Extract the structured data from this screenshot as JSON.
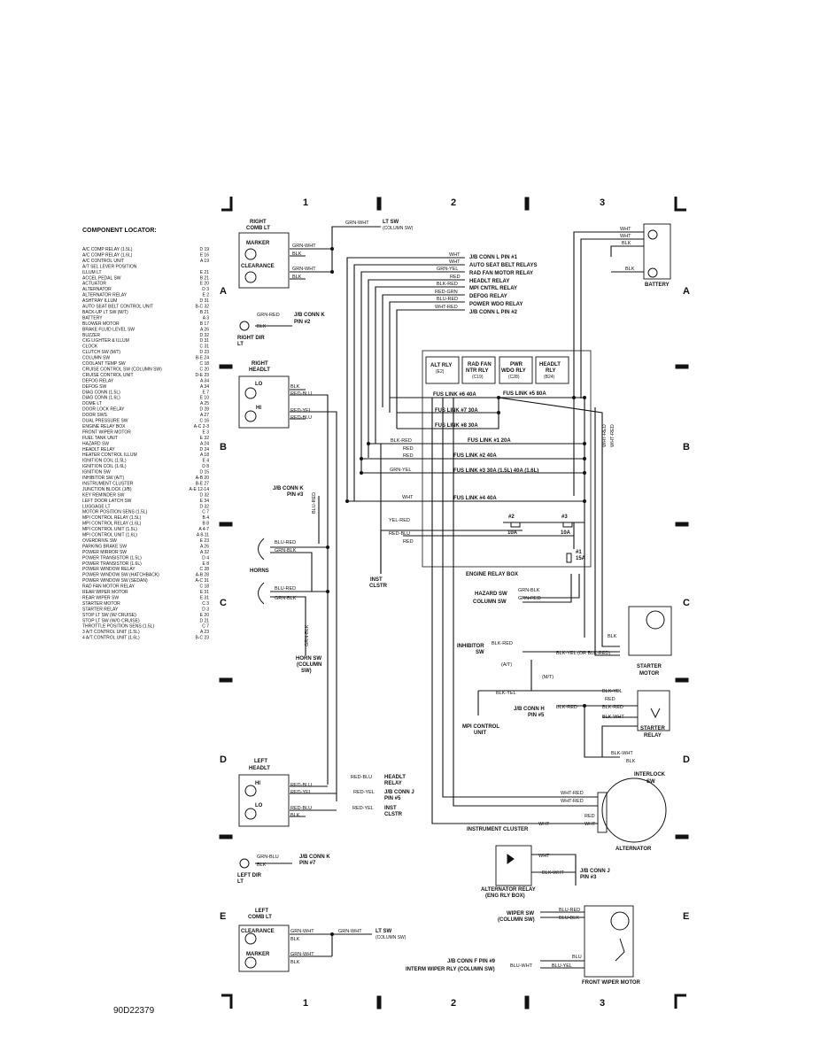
{
  "columns": [
    "1",
    "2",
    "3"
  ],
  "rows": [
    "A",
    "B",
    "C",
    "D",
    "E"
  ],
  "code": "90D22379",
  "locator": {
    "title": "COMPONENT LOCATOR:",
    "items": [
      {
        "name": "A/C COMP RELAY (1.5L)",
        "loc": "D 19"
      },
      {
        "name": "A/C COMP RELAY (1.6L)",
        "loc": "E 16"
      },
      {
        "name": "A/C CONTROL UNIT",
        "loc": "A 19"
      },
      {
        "name": "A/T SEL LEVER POSITION",
        "loc": ""
      },
      {
        "name": "ILLUM LT",
        "loc": "E 21"
      },
      {
        "name": "ACCEL PEDAL SW",
        "loc": "B 21"
      },
      {
        "name": "ACTUATOR",
        "loc": "E 20"
      },
      {
        "name": "ALTERNATOR",
        "loc": "D 3"
      },
      {
        "name": "ALTERNATOR RELAY",
        "loc": "E 2"
      },
      {
        "name": "ASHTRAY ILLUM",
        "loc": "D 31"
      },
      {
        "name": "AUTO SEAT BELT CONTROL UNIT",
        "loc": "B-C 32"
      },
      {
        "name": "BACK-UP LT SW (M/T)",
        "loc": "B 21"
      },
      {
        "name": "BATTERY",
        "loc": "A 3"
      },
      {
        "name": "BLOWER MOTOR",
        "loc": "B 17"
      },
      {
        "name": "BRAKE FLUID LEVEL SW",
        "loc": "A 26"
      },
      {
        "name": "BUZZER",
        "loc": "D 32"
      },
      {
        "name": "CIG LIGHTER & ILLUM",
        "loc": "D 31"
      },
      {
        "name": "CLOCK",
        "loc": "C 31"
      },
      {
        "name": "CLUTCH SW (M/T)",
        "loc": "D 23"
      },
      {
        "name": "COLUMN SW",
        "loc": "B-E 24"
      },
      {
        "name": "COOLANT TEMP SW",
        "loc": "C 18"
      },
      {
        "name": "CRUISE CONTROL SW (COLUMN SW)",
        "loc": "C 20"
      },
      {
        "name": "CRUISE CONTROL UNIT",
        "loc": "D-E 23"
      },
      {
        "name": "DEFOG RELAY",
        "loc": "A 34"
      },
      {
        "name": "DEFOG SW",
        "loc": "A 34"
      },
      {
        "name": "DIAG CONN (1.5L)",
        "loc": "E 7"
      },
      {
        "name": "DIAG CONN (1.6L)",
        "loc": "E 10"
      },
      {
        "name": "DOME LT",
        "loc": "A 25"
      },
      {
        "name": "DOOR LOCK RELAY",
        "loc": "D 28"
      },
      {
        "name": "DOOR SWS",
        "loc": "A 27"
      },
      {
        "name": "DUAL PRESSURE SW",
        "loc": "C 16"
      },
      {
        "name": "ENGINE RELAY BOX",
        "loc": "A-C 2-3"
      },
      {
        "name": "FRONT WIPER MOTOR",
        "loc": "E 3"
      },
      {
        "name": "FUEL TANK UNIT",
        "loc": "E 32"
      },
      {
        "name": "HAZARD SW",
        "loc": "A 24"
      },
      {
        "name": "HEADLT RELAY",
        "loc": "D 24"
      },
      {
        "name": "HEATER CONTROL ILLUM",
        "loc": "A 18"
      },
      {
        "name": "IGNITION COIL (1.5L)",
        "loc": "E 4"
      },
      {
        "name": "IGNITION COIL (1.6L)",
        "loc": "D 8"
      },
      {
        "name": "IGNITION SW",
        "loc": "D 15"
      },
      {
        "name": "INHIBITOR SW (A/T)",
        "loc": "A-B 20"
      },
      {
        "name": "INSTRUMENT CLUSTER",
        "loc": "B-E 27"
      },
      {
        "name": "JUNCTION BLOCK (J/B)",
        "loc": "A-E 12-14"
      },
      {
        "name": "KEY REMINDER SW",
        "loc": "D 32"
      },
      {
        "name": "LEFT DOOR LATCH SW",
        "loc": "E 34"
      },
      {
        "name": "LUGGAGE LT",
        "loc": "D 32"
      },
      {
        "name": "MOTOR POSITION SENS (1.5L)",
        "loc": "C 7"
      },
      {
        "name": "MPI CONTROL RELAY (1.5L)",
        "loc": "B 4"
      },
      {
        "name": "MPI CONTROL RELAY (1.6L)",
        "loc": "B 8"
      },
      {
        "name": "MPI CONTROL UNIT (1.5L)",
        "loc": "A 4-7"
      },
      {
        "name": "MPI CONTROL UNIT (1.6L)",
        "loc": "A 8-11"
      },
      {
        "name": "OVERDRIVE SW",
        "loc": "E 23"
      },
      {
        "name": "PARKING BRAKE SW",
        "loc": "A 26"
      },
      {
        "name": "POWER MIRROR SW",
        "loc": "A 32"
      },
      {
        "name": "POWER TRANSISTOR (1.5L)",
        "loc": "D 4"
      },
      {
        "name": "POWER TRANSISTOR (1.6L)",
        "loc": "E 8"
      },
      {
        "name": "POWER WINDOW RELAY",
        "loc": "C 28"
      },
      {
        "name": "POWER WINDOW SW (HATCHBACK)",
        "loc": "A-B 28"
      },
      {
        "name": "POWER WINDOW SW (SEDAN)",
        "loc": "A-C 31"
      },
      {
        "name": "RAD FAN MOTOR RELAY",
        "loc": "C 18"
      },
      {
        "name": "REAR WIPER MOTOR",
        "loc": "E 31"
      },
      {
        "name": "REAR WIPER SW",
        "loc": "E 31"
      },
      {
        "name": "STARTER MOTOR",
        "loc": "C 3"
      },
      {
        "name": "STARTER RELAY",
        "loc": "D 3"
      },
      {
        "name": "STOP LT SW (W/ CRUISE)",
        "loc": "E 20"
      },
      {
        "name": "STOP LT SW (W/O CRUISE)",
        "loc": "D 21"
      },
      {
        "name": "THROTTLE POSITION SENS (1.5L)",
        "loc": "C 7"
      },
      {
        "name": "3 A/T CONTROL UNIT (1.5L)",
        "loc": "A 23"
      },
      {
        "name": "4 A/T CONTROL UNIT (1.6L)",
        "loc": "B-C 23"
      }
    ]
  },
  "labels": {
    "right_comb_lt": [
      "RIGHT",
      "COMB LT"
    ],
    "marker": "MARKER",
    "clearance": "CLEARANCE",
    "lt_sw_col": [
      "LT SW",
      "(COLUMN SW)"
    ],
    "jb_conn_k_pin2": [
      "J/B CONN K",
      "PIN #2"
    ],
    "right_dir_lt": [
      "RIGHT DIR",
      "LT"
    ],
    "right_headlt": [
      "RIGHT",
      "HEADLT"
    ],
    "lo": "LO",
    "hi": "HI",
    "jb_conn_k_pin3": [
      "J/B CONN K",
      "PIN #3"
    ],
    "horns": "HORNS",
    "horn_sw": [
      "HORN SW",
      "(COLUMN",
      "SW)"
    ],
    "inst_clstr": [
      "INST",
      "CLSTR"
    ],
    "jb_conn_l_pin1": "J/B CONN L PIN #1",
    "auto_seat_belt_relays": "AUTO SEAT BELT RELAYS",
    "rad_fan_motor_relay": "RAD FAN MOTOR RELAY",
    "headlt_relay": "HEADLT RELAY",
    "mpi_cntrl_rly": "MPI CNTRL RELAY",
    "defog_relay": "DEFOG RELAY",
    "power_wdo_relay": "POWER WDO RELAY",
    "jb_conn_l_pin2": "J/B CONN L PIN #2",
    "battery": "BATTERY",
    "alt_rly": [
      "ALT RLY",
      "(E2)"
    ],
    "rad_fan_ntr_rly": [
      "RAD FAN",
      "NTR RLY",
      "(C19)"
    ],
    "pwr_wdo_rly": [
      "PWR",
      "WDO RLY",
      "(C28)"
    ],
    "headlt_rly": [
      "HEADLT",
      "RLY",
      "(B24)"
    ],
    "fus_link_6": "FUS LINK #6 40A",
    "fus_link_5": "FUS LINK #5 80A",
    "fus_link_7": "FUS LINK #7 30A",
    "fus_link_8": "FUS LINK #8 30A",
    "fus_link_1": "FUS LINK #1 20A",
    "fus_link_2": "FUS LINK #2 40A",
    "fus_link_3": "FUS LINK #3 30A (1.5L) 40A (1.6L)",
    "fus_link_4": "FUS LINK #4 40A",
    "fuse2": [
      "#2",
      "10A"
    ],
    "fuse3": [
      "#3",
      "10A"
    ],
    "fuse1": [
      "#1",
      "15A"
    ],
    "engine_relay_box": "ENGINE RELAY BOX",
    "hazard_sw": "HAZARD SW",
    "column_sw": "COLUMN SW",
    "inhibitor_sw": [
      "INHIBITOR",
      "SW"
    ],
    "at": "(A/T)",
    "mt": "(M/T)",
    "mpi_control_unit": [
      "MPI CONTROL",
      "UNIT"
    ],
    "starter_motor": [
      "STARTER",
      "MOTOR"
    ],
    "starter_relay": [
      "STARTER",
      "RELAY"
    ],
    "jb_conn_h_pin5": [
      "J/B CONN H",
      "PIN #5"
    ],
    "interlock_sw": [
      "INTERLOCK",
      "SW"
    ],
    "left_headlt": [
      "LEFT",
      "HEADLT"
    ],
    "headlt_relay2": [
      "HEADLT",
      "RELAY"
    ],
    "jb_conn_j_pin5": [
      "J/B CONN J",
      "PIN #5"
    ],
    "inst_clstr2": [
      "INST",
      "CLSTR"
    ],
    "jb_conn_k_pin7": [
      "J/B CONN K",
      "PIN #7"
    ],
    "left_dir_lt": [
      "LEFT DIR",
      "LT"
    ],
    "instrument_cluster": "INSTRUMENT CLUSTER",
    "alternator": "ALTERNATOR",
    "alternator_relay": [
      "ALTERNATOR RELAY",
      "(ENG RLY BOX)"
    ],
    "jb_conn_j_pin3": [
      "J/B CONN J",
      "PIN #3"
    ],
    "left_comb_lt": [
      "LEFT",
      "COMB LT"
    ],
    "wiper_sw": [
      "WIPER SW",
      "(COLUMN SW)"
    ],
    "jb_conn_f_pin9": "J/B CONN F PIN #9",
    "interm_wiper_rly": "INTERM WIPER RLY (COLUMN SW)",
    "front_wiper_motor": "FRONT WIPER MOTOR"
  },
  "wires": {
    "grn_wht": "GRN-WHT",
    "blk": "BLK",
    "grn_red": "GRN-RED",
    "red_blu": "RED-BLU",
    "red_yel": "RED-YEL",
    "blu_red": "BLU-RED",
    "grn_blk": "GRN-BLK",
    "wht": "WHT",
    "grn_yel": "GRN-YEL",
    "red": "RED",
    "blk_red": "BLK-RED",
    "red_grn": "RED-GRN",
    "blu_red2": "BLU-RED",
    "wht_red": "WHT-RED",
    "yel_red": "YEL-RED",
    "red_blu2": "RED-BLU",
    "blk_yel_or": "BLK-YEL (OR BLK-RED)",
    "blk_yel": "BLK-YEL",
    "blk_wht": "BLK-WHT",
    "grn_blu": "GRN-BLU",
    "blu_blk": "BLU-BLK",
    "blu": "BLU",
    "blu_wht": "BLU-WHT",
    "blu_yel": "BLU-YEL",
    "wht_red_v": "WHT-RED"
  }
}
